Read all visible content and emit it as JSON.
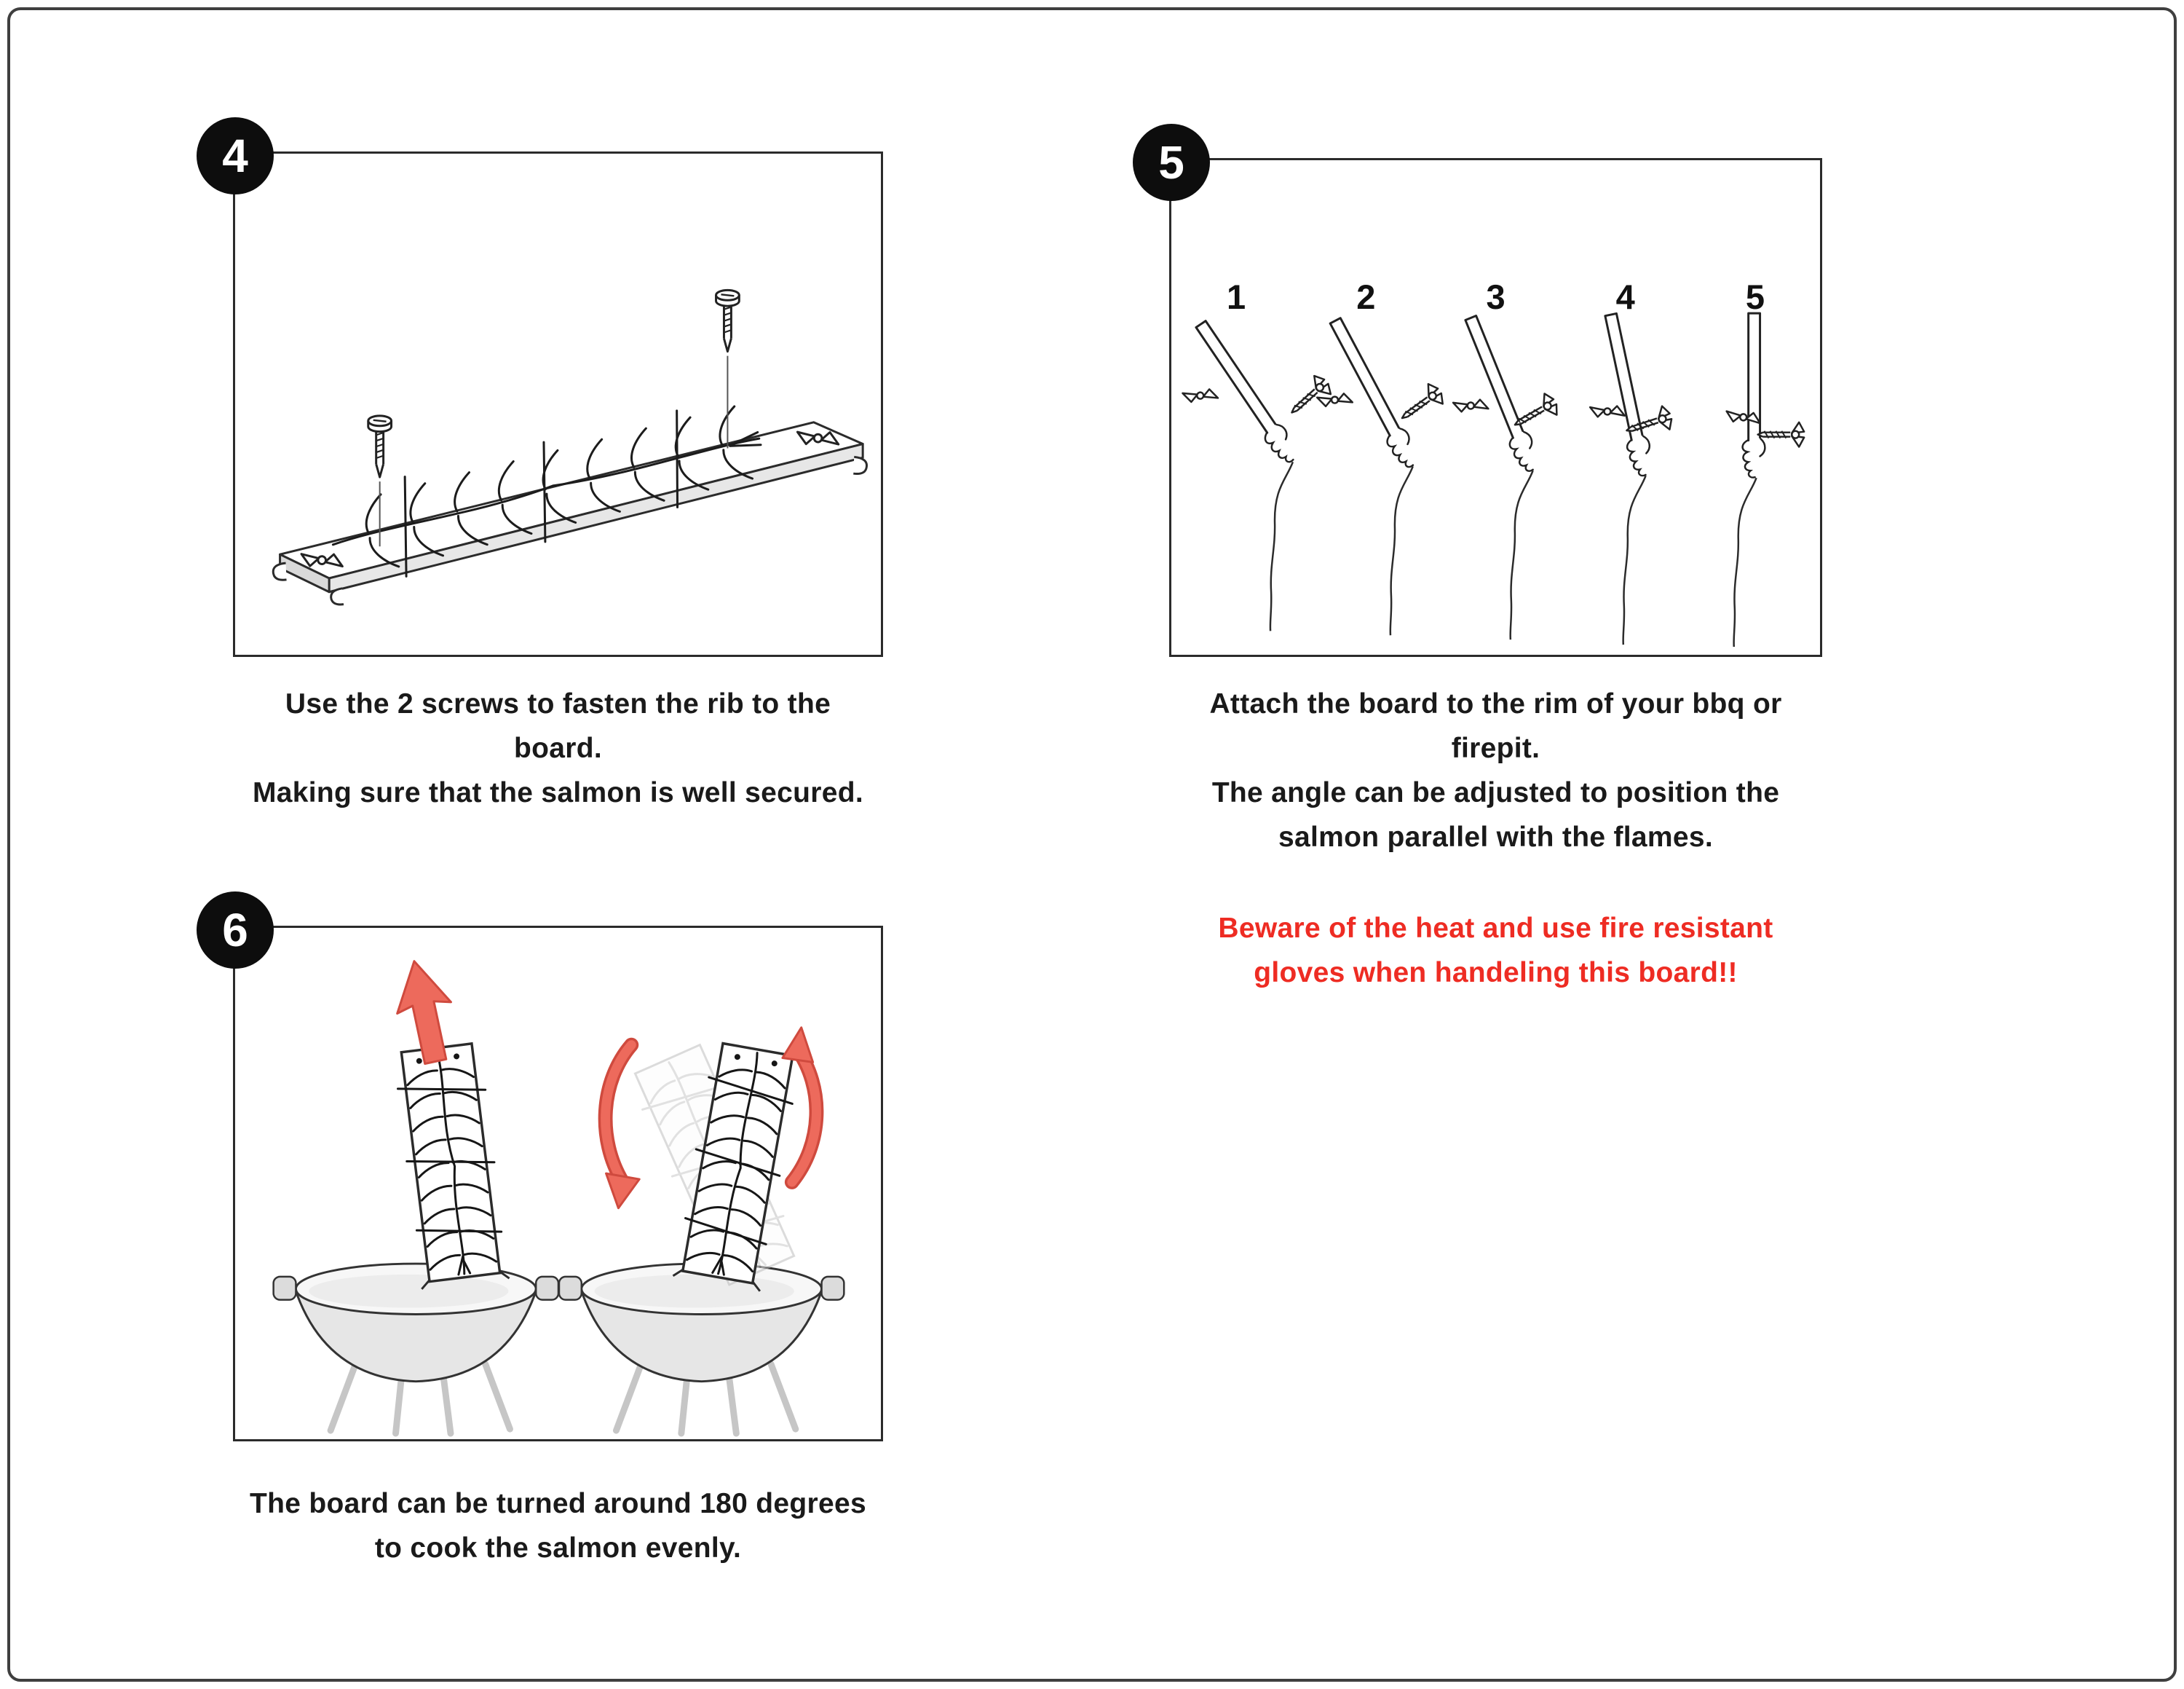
{
  "page": {
    "background": "#ffffff",
    "border_color": "#3f3f3f",
    "text_color": "#1a1a1a",
    "warning_color": "#ee2c23",
    "arrow_color": "#ed6a5c",
    "outline_color": "#2b2b2b"
  },
  "steps": {
    "step4": {
      "number": "4",
      "caption_lines": [
        "Use the 2 screws to fasten the rib to the",
        "board.",
        "Making sure that the salmon is well secured."
      ]
    },
    "step5": {
      "number": "5",
      "sequence_labels": [
        "1",
        "2",
        "3",
        "4",
        "5"
      ],
      "caption_lines": [
        "Attach the board to the rim of your bbq or",
        "firepit.",
        "The angle can be adjusted to position the",
        "salmon parallel with the flames."
      ],
      "warning_lines": [
        "Beware of the heat and use fire resistant",
        "gloves when handeling this board!!"
      ]
    },
    "step6": {
      "number": "6",
      "caption_lines": [
        "The board can be turned around 180 degrees",
        "to cook the salmon evenly."
      ]
    }
  }
}
